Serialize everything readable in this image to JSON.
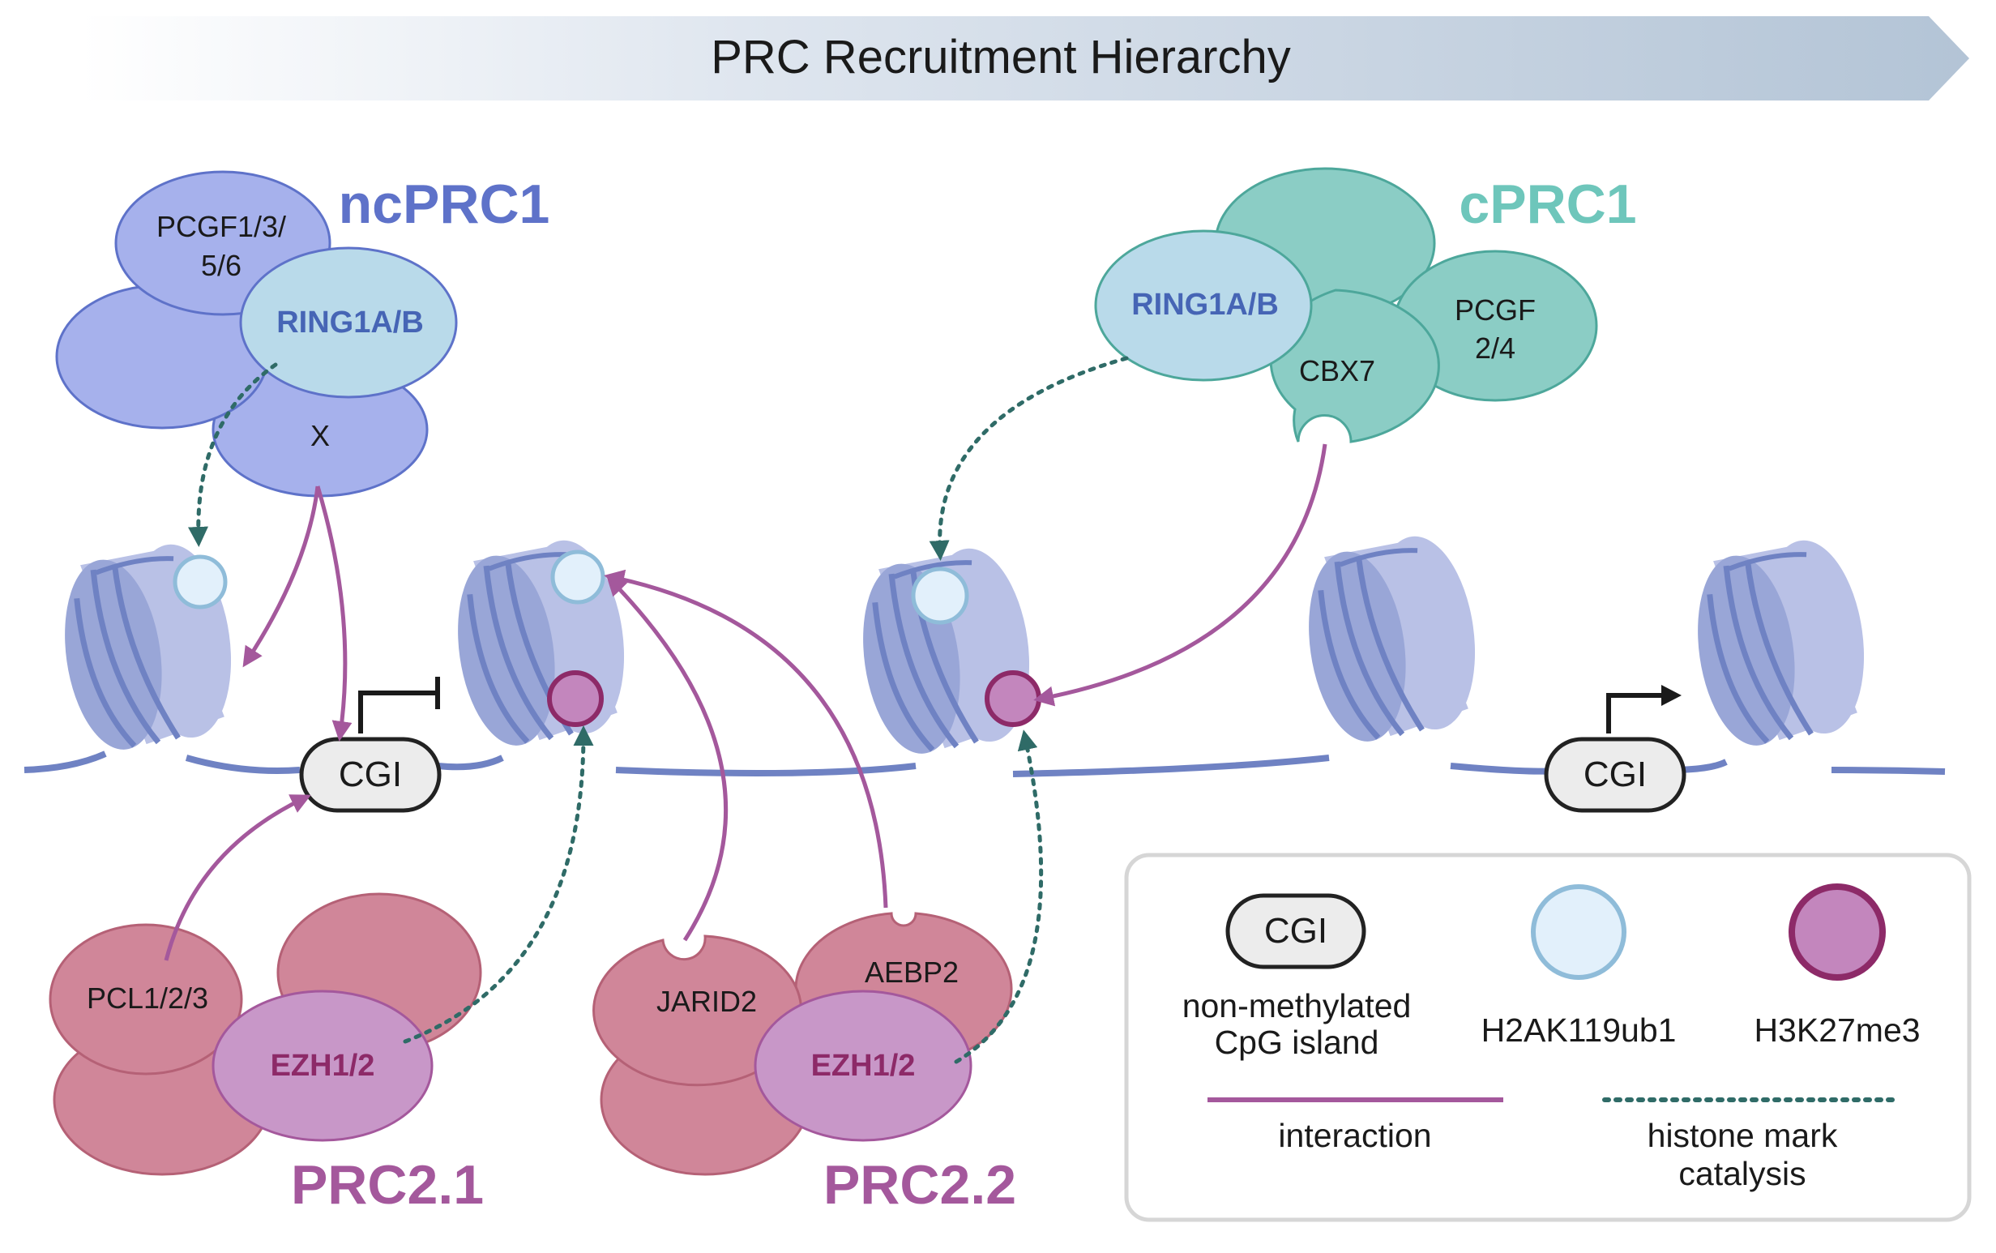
{
  "banner": {
    "title": "PRC Recruitment Hierarchy"
  },
  "complexes": {
    "ncprc1": {
      "name": "ncPRC1",
      "pcgf": "PCGF1/3/",
      "pcgf_line2": "5/6",
      "ring": "RING1A/B",
      "x": "X"
    },
    "cprc1": {
      "name": "cPRC1",
      "ring": "RING1A/B",
      "cbx": "CBX7",
      "pcgf": "PCGF",
      "pcgf_line2": "2/4"
    },
    "prc21": {
      "name": "PRC2.1",
      "pcl": "PCL1/2/3",
      "ezh": "EZH1/2"
    },
    "prc22": {
      "name": "PRC2.2",
      "jarid": "JARID2",
      "aebp": "AEBP2",
      "ezh": "EZH1/2"
    }
  },
  "cgi": {
    "label1": "CGI",
    "label2": "CGI"
  },
  "legend": {
    "cgi": "CGI",
    "cgi_desc1": "non-methylated",
    "cgi_desc2": "CpG island",
    "h2a": "H2AK119ub1",
    "h3": "H3K27me3",
    "interaction": "interaction",
    "catalysis1": "histone mark",
    "catalysis2": "catalysis"
  },
  "colors": {
    "ncprc1": "#5e72c9",
    "ncprc1_fill": "#a6b1ec",
    "ring_fill": "#b9daea",
    "cprc1": "#6ec6bb",
    "cprc1_fill": "#8bcdc5",
    "prc2": "#a4589c",
    "prc2_fill": "#d08699",
    "ezh_fill": "#c897c8",
    "interaction": "#a4589c",
    "catalysis": "#2f6b67",
    "dna": "#6f82c3",
    "nucleosome": "#9aa7d8",
    "h2a_fill": "#e2f0fb",
    "h2a_stroke": "#8fbcd9",
    "h3_fill": "#c386bd",
    "h3_stroke": "#8d2a68"
  }
}
